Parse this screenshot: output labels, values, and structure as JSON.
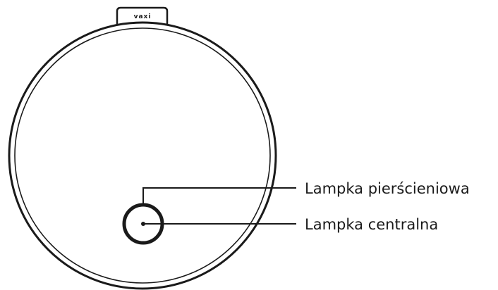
{
  "device": {
    "brand": "vaxi",
    "colors": {
      "stroke": "#1a1a1a",
      "background": "#ffffff"
    }
  },
  "callouts": [
    {
      "id": "ring",
      "label": "Lampka pierścieniowa"
    },
    {
      "id": "center",
      "label": "Lampka centralna"
    }
  ]
}
